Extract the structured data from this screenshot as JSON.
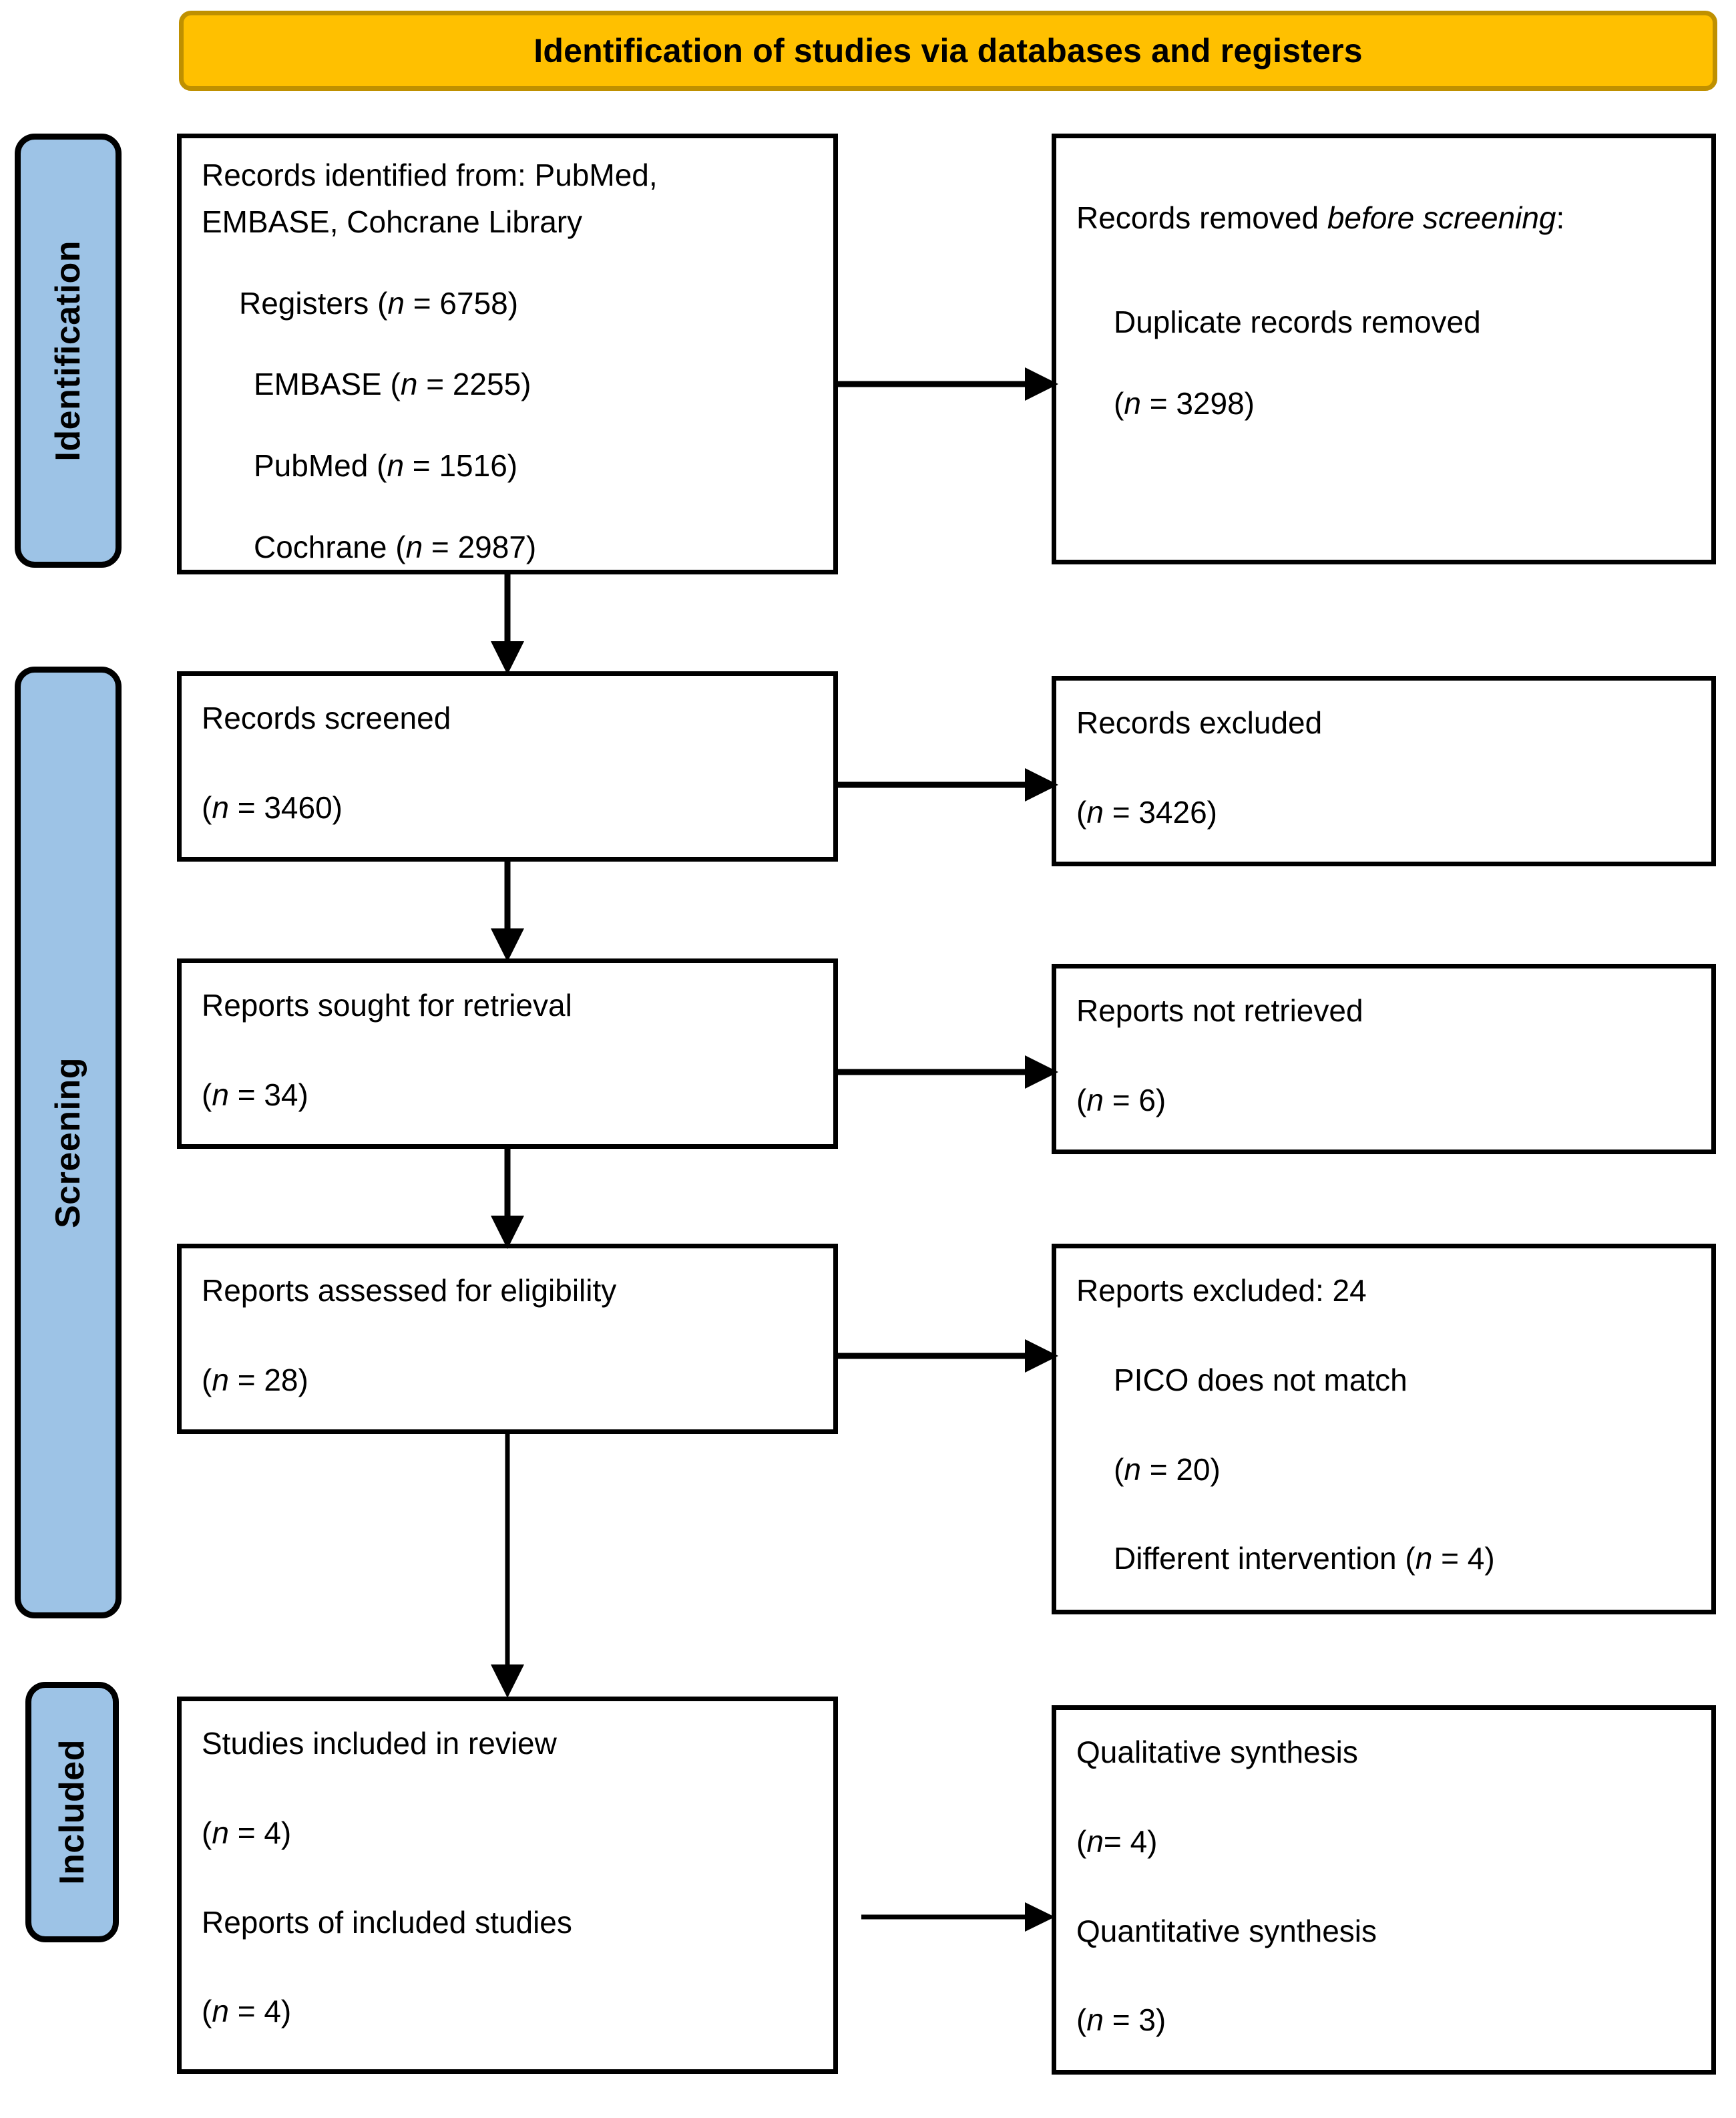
{
  "banner": {
    "title": "Identification of studies via databases and registers",
    "fill_color": "#FFC000",
    "border_color": "#BF9000"
  },
  "stage_labels": {
    "fill_color": "#9DC3E6",
    "identification": "Identification",
    "screening": "Screening",
    "included": "Included"
  },
  "boxes": {
    "records_identified": {
      "line1": "Records identified from: PubMed,",
      "line2": "EMBASE, Cohcrane Library",
      "registers": "Registers (",
      "registers_n": "n",
      "registers_val": " = 6758)",
      "embase": "EMBASE (",
      "embase_n": "n",
      "embase_val": " = 2255)",
      "pubmed": "PubMed (",
      "pubmed_n": "n",
      "pubmed_val": " = 1516)",
      "cochrane": "Cochrane (",
      "cochrane_n": "n",
      "cochrane_val": " = 2987)"
    },
    "records_removed": {
      "heading_plain": "Records removed ",
      "heading_italic": "before screening",
      "heading_tail": ":",
      "duplicate_label": "Duplicate records removed",
      "duplicate_open": "(",
      "duplicate_n": "n",
      "duplicate_val": " = 3298)"
    },
    "records_screened": {
      "label": "Records screened",
      "open": "(",
      "n": "n",
      "val": " = 3460)"
    },
    "records_excluded": {
      "label": "Records excluded",
      "open": "(",
      "n": "n",
      "val": " = 3426)"
    },
    "reports_sought": {
      "label": "Reports sought for retrieval",
      "open": "(",
      "n": "n",
      "val": " = 34)"
    },
    "reports_not_retrieved": {
      "label": "Reports not retrieved",
      "open": "(",
      "n": "n",
      "val": " = 6)"
    },
    "reports_assessed": {
      "label": "Reports assessed for eligibility",
      "open": "(",
      "n": "n",
      "val": " = 28)"
    },
    "reports_excluded": {
      "heading": "Reports excluded: 24",
      "pico_label": "PICO does not match",
      "pico_open": "(",
      "pico_n": "n",
      "pico_val": " = 20)",
      "diff_label": "Different intervention (",
      "diff_n": "n",
      "diff_val": " = 4)"
    },
    "studies_included": {
      "studies_label": "Studies included in review",
      "studies_open": "(",
      "studies_n": "n",
      "studies_val": " = 4)",
      "reports_label": "Reports of included studies",
      "reports_open": "(",
      "reports_n": "n",
      "reports_val": " = 4)"
    },
    "synthesis": {
      "qualitative_label": "Qualitative synthesis",
      "qualitative_open": "(",
      "qualitative_n": "n",
      "qualitative_val": "= 4)",
      "quantitative_label": "Quantitative synthesis",
      "quantitative_open": "(",
      "quantitative_n": "n",
      "quantitative_val": " = 3)"
    }
  },
  "chart_data": {
    "type": "diagram",
    "title": "Identification of studies via databases and registers",
    "stages": [
      "Identification",
      "Screening",
      "Included"
    ],
    "nodes": [
      {
        "id": "records_identified",
        "stage": "Identification",
        "column": "left",
        "text": "Records identified from: PubMed, EMBASE, Cohcrane Library",
        "counts": {
          "Registers": 6758,
          "EMBASE": 2255,
          "PubMed": 1516,
          "Cochrane": 2987
        }
      },
      {
        "id": "records_removed",
        "stage": "Identification",
        "column": "right",
        "text": "Records removed before screening: Duplicate records removed",
        "counts": {
          "Duplicate records removed": 3298
        }
      },
      {
        "id": "records_screened",
        "stage": "Screening",
        "column": "left",
        "text": "Records screened",
        "counts": {
          "n": 3460
        }
      },
      {
        "id": "records_excluded",
        "stage": "Screening",
        "column": "right",
        "text": "Records excluded",
        "counts": {
          "n": 3426
        }
      },
      {
        "id": "reports_sought",
        "stage": "Screening",
        "column": "left",
        "text": "Reports sought for retrieval",
        "counts": {
          "n": 34
        }
      },
      {
        "id": "reports_not_retrieved",
        "stage": "Screening",
        "column": "right",
        "text": "Reports not retrieved",
        "counts": {
          "n": 6
        }
      },
      {
        "id": "reports_assessed",
        "stage": "Screening",
        "column": "left",
        "text": "Reports assessed for eligibility",
        "counts": {
          "n": 28
        }
      },
      {
        "id": "reports_excluded",
        "stage": "Screening",
        "column": "right",
        "text": "Reports excluded: 24",
        "counts": {
          "PICO does not match": 20,
          "Different intervention": 4
        }
      },
      {
        "id": "studies_included",
        "stage": "Included",
        "column": "left",
        "text": "Studies included in review / Reports of included studies",
        "counts": {
          "Studies included in review": 4,
          "Reports of included studies": 4
        }
      },
      {
        "id": "synthesis",
        "stage": "Included",
        "column": "right",
        "text": "Qualitative synthesis / Quantitative synthesis",
        "counts": {
          "Qualitative synthesis": 4,
          "Quantitative synthesis": 3
        }
      }
    ],
    "edges": [
      {
        "from": "records_identified",
        "to": "records_removed",
        "direction": "right"
      },
      {
        "from": "records_identified",
        "to": "records_screened",
        "direction": "down"
      },
      {
        "from": "records_screened",
        "to": "records_excluded",
        "direction": "right"
      },
      {
        "from": "records_screened",
        "to": "reports_sought",
        "direction": "down"
      },
      {
        "from": "reports_sought",
        "to": "reports_not_retrieved",
        "direction": "right"
      },
      {
        "from": "reports_sought",
        "to": "reports_assessed",
        "direction": "down"
      },
      {
        "from": "reports_assessed",
        "to": "reports_excluded",
        "direction": "right"
      },
      {
        "from": "reports_assessed",
        "to": "studies_included",
        "direction": "down"
      },
      {
        "from": "studies_included",
        "to": "synthesis",
        "direction": "right"
      }
    ]
  }
}
